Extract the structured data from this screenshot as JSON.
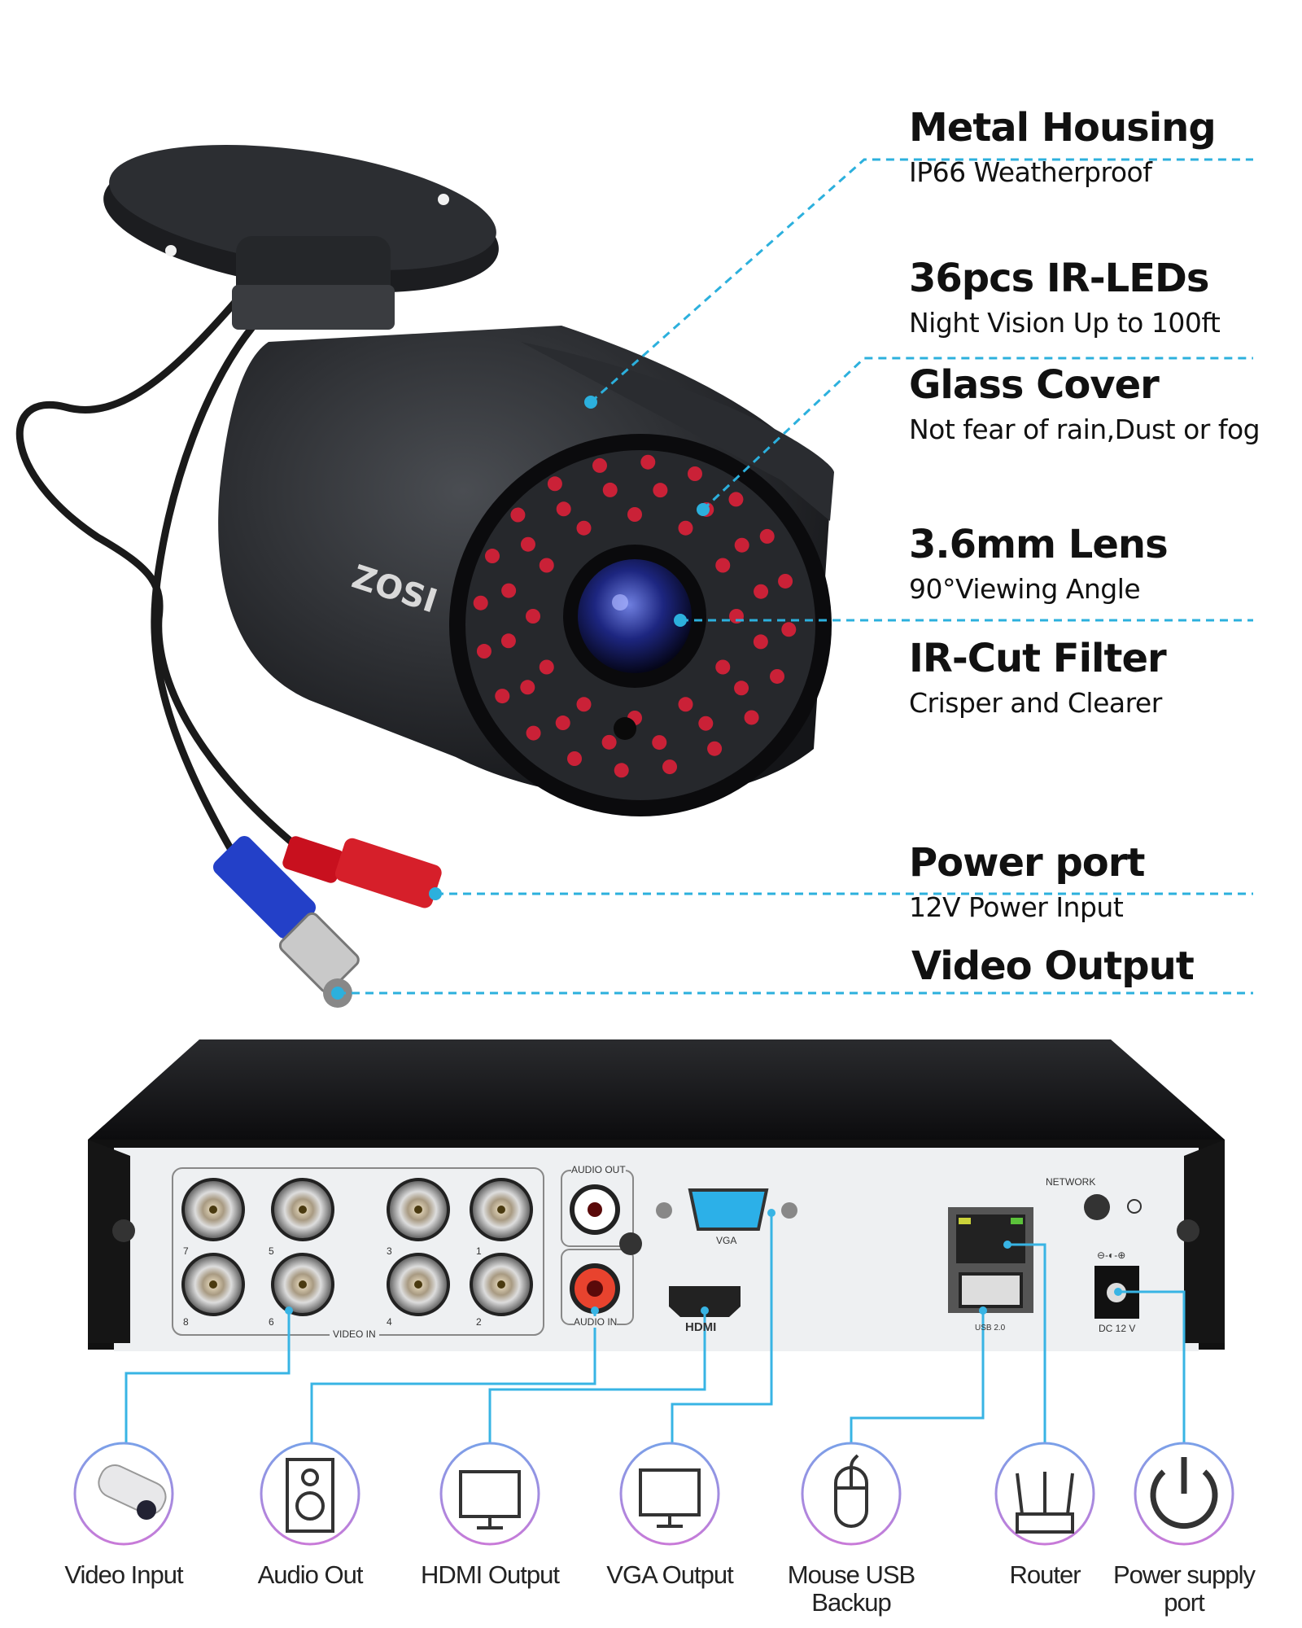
{
  "brand": "ZOSI",
  "colors": {
    "callout_line": "#2cb0dd",
    "icon_ring_top": "#7aa0e8",
    "icon_ring_bottom": "#c87ad8",
    "led": "#e8203a"
  },
  "features": [
    {
      "title": "Metal Housing",
      "subtitle": "IP66 Weatherproof"
    },
    {
      "title": "36pcs IR-LEDs",
      "subtitle": "Night Vision Up to 100ft"
    },
    {
      "title": "Glass Cover",
      "subtitle": "Not fear of rain,Dust or fog"
    },
    {
      "title": "3.6mm Lens",
      "subtitle": "90°Viewing Angle"
    },
    {
      "title": "IR-Cut Filter",
      "subtitle": "Crisper and Clearer"
    },
    {
      "title": "Power port",
      "subtitle": "12V  Power Input"
    },
    {
      "title": "Video Output",
      "subtitle": ""
    }
  ],
  "panel_labels": {
    "audio_out": "AUDIO OUT",
    "audio_in": "AUDIO IN",
    "video_in": "VIDEO IN",
    "vga": "VGA",
    "hdmi": "HDMI",
    "network": "NETWORK",
    "usb": "USB 2.0",
    "dc": "DC 12 V",
    "dc_polarity": "⊖-◐-⊕",
    "channels_top": [
      "7",
      "5",
      "3",
      "1"
    ],
    "channels_bottom": [
      "8",
      "6",
      "4",
      "2"
    ]
  },
  "ports": [
    {
      "label": "Video Input",
      "icon": "camera-icon"
    },
    {
      "label": "Audio Out",
      "icon": "speaker-icon"
    },
    {
      "label": "HDMI Output",
      "icon": "monitor-icon"
    },
    {
      "label": "VGA Output",
      "icon": "monitor-icon"
    },
    {
      "label": "Mouse USB Backup",
      "icon": "mouse-icon"
    },
    {
      "label": "Router",
      "icon": "router-icon"
    },
    {
      "label": "Power supply port",
      "icon": "power-icon"
    }
  ]
}
